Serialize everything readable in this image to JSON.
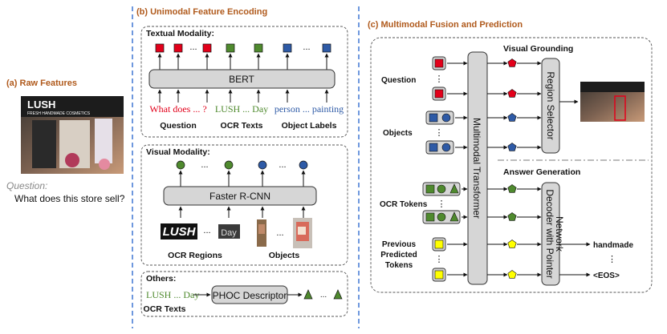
{
  "panel_a": {
    "title": "(a) Raw Features",
    "question_label": "Question:",
    "question_text": "What does this store sell?",
    "store_sign_main": "LUSH",
    "store_sign_sub": "FRESH HANDMADE COSMETICS"
  },
  "panel_b": {
    "title": "(b) Unimodal Feature Encoding",
    "textual": {
      "heading": "Textual Modality:",
      "encoder": "BERT",
      "inputs": [
        "What does ... ?",
        "LUSH ... Day",
        "person ... painting"
      ],
      "captions": [
        "Question",
        "OCR Texts",
        "Object Labels"
      ]
    },
    "visual": {
      "heading": "Visual Modality:",
      "encoder": "Faster R-CNN",
      "captions": [
        "OCR Regions",
        "Objects"
      ],
      "ocr_crops": [
        "LUSH",
        "Day"
      ]
    },
    "others": {
      "heading": "Others:",
      "input": "LUSH ... Day",
      "caption": "OCR Texts",
      "encoder": "PHOC Descriptor"
    },
    "ellipsis": "..."
  },
  "panel_c": {
    "title": "(c) Multimodal Fusion and Prediction",
    "transformer": "Multimodal Transformer",
    "grounding_title": "Visual Grounding",
    "answer_title": "Answer Generation",
    "region_selector": "Region Selector",
    "decoder_line1": "Decoder with Pointer",
    "decoder_line2": "Network",
    "row_labels": {
      "question": "Question",
      "objects": "Objects",
      "ocr_tokens": "OCR Tokens",
      "prev_1": "Previous",
      "prev_2": "Predicted",
      "prev_3": "Tokens"
    },
    "outputs": [
      "handmade",
      "<EOS>"
    ],
    "vdots": "⋮"
  },
  "colors": {
    "accent_title": "#b05a1c",
    "red": "#e2001a",
    "green": "#4f8a2e",
    "blue": "#2e5aa6",
    "yellow": "#ffff00",
    "box_fill": "#d6d6d6",
    "divider": "#4a7fd6"
  }
}
